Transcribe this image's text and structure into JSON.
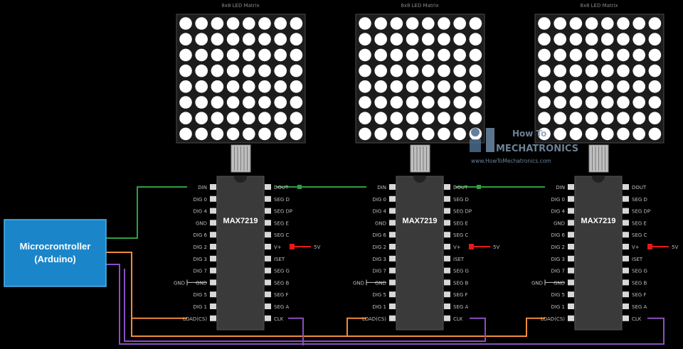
{
  "matrix_title": "8x8 LED Matrix",
  "chip_name": "MAX7219",
  "microcontroller": {
    "line1": "Microcrontroller",
    "line2": "(Arduino)"
  },
  "logo": {
    "line1": "How To",
    "line2": "MECHATRONICS",
    "url": "www.HowToMechatronics.com"
  },
  "left_pins": [
    "DIN",
    "DIG 0",
    "DIG 4",
    "GND",
    "DIG 6",
    "DIG 2",
    "DIG 3",
    "DIG 7",
    "GND",
    "DIG 5",
    "DIG 1",
    "LOAD(CS)"
  ],
  "right_pins": [
    "DOUT",
    "SEG D",
    "SEG DP",
    "SEG E",
    "SEG C",
    "V+",
    "ISET",
    "SEG G",
    "SEG B",
    "SEG F",
    "SEG A",
    "CLK"
  ],
  "supply_label": "5V",
  "ground_label": "GND",
  "colors": {
    "background": "#000000",
    "mcu_fill": "#1a86c9",
    "mcu_border": "#4fb2ec",
    "chip": "#3a3a3a",
    "pin": "#d8d8d8",
    "din_wire": "#2f9e44",
    "cs_wire": "#f08c3a",
    "clk_wire": "#8a4fbf",
    "vcc_wire": "#e21b1b",
    "led": "#ffffff"
  }
}
